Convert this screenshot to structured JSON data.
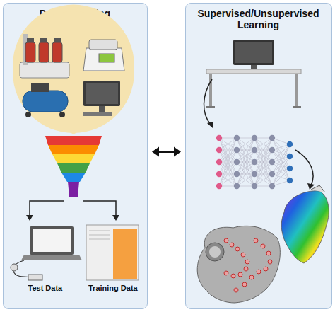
{
  "diagram": {
    "nodes": [
      {
        "text": [
          "Data Gathering"
        ]
      },
      {
        "text": [
          "Supervised/Unsupervised Learning"
        ]
      }
    ],
    "edges": [
      {
        "from": 0,
        "to": 1,
        "arrow": "both"
      }
    ],
    "labels": [
      "Test Data",
      "Training Data"
    ]
  }
}
